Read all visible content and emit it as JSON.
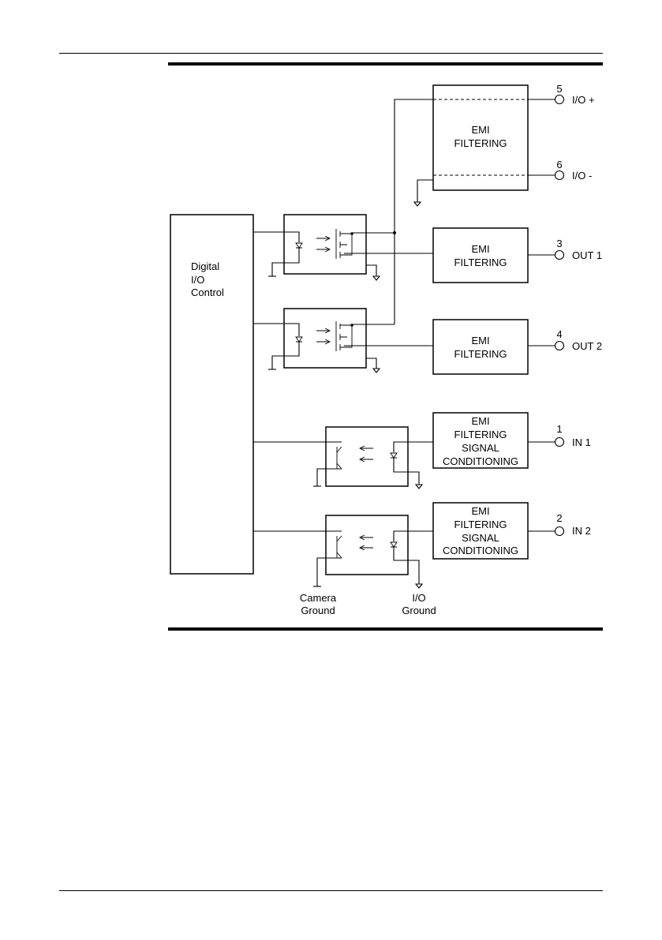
{
  "diagram": {
    "control_block": {
      "lines": [
        "Digital",
        "I/O",
        "Control"
      ]
    },
    "emi_blocks": [
      {
        "id": "power",
        "lines": [
          "EMI",
          "FILTERING"
        ]
      },
      {
        "id": "out1",
        "lines": [
          "EMI",
          "FILTERING"
        ]
      },
      {
        "id": "out2",
        "lines": [
          "EMI",
          "FILTERING"
        ]
      },
      {
        "id": "in1",
        "lines": [
          "EMI",
          "FILTERING",
          "SIGNAL",
          "CONDITIONING"
        ]
      },
      {
        "id": "in2",
        "lines": [
          "EMI",
          "FILTERING",
          "SIGNAL",
          "CONDITIONING"
        ]
      }
    ],
    "pins": [
      {
        "number": "5",
        "name": "I/O +"
      },
      {
        "number": "6",
        "name": "I/O -"
      },
      {
        "number": "3",
        "name": "OUT 1"
      },
      {
        "number": "4",
        "name": "OUT 2"
      },
      {
        "number": "1",
        "name": "IN 1"
      },
      {
        "number": "2",
        "name": "IN 2"
      }
    ],
    "ground_labels": {
      "camera": [
        "Camera",
        "Ground"
      ],
      "io": [
        "I/O",
        "Ground"
      ]
    }
  }
}
